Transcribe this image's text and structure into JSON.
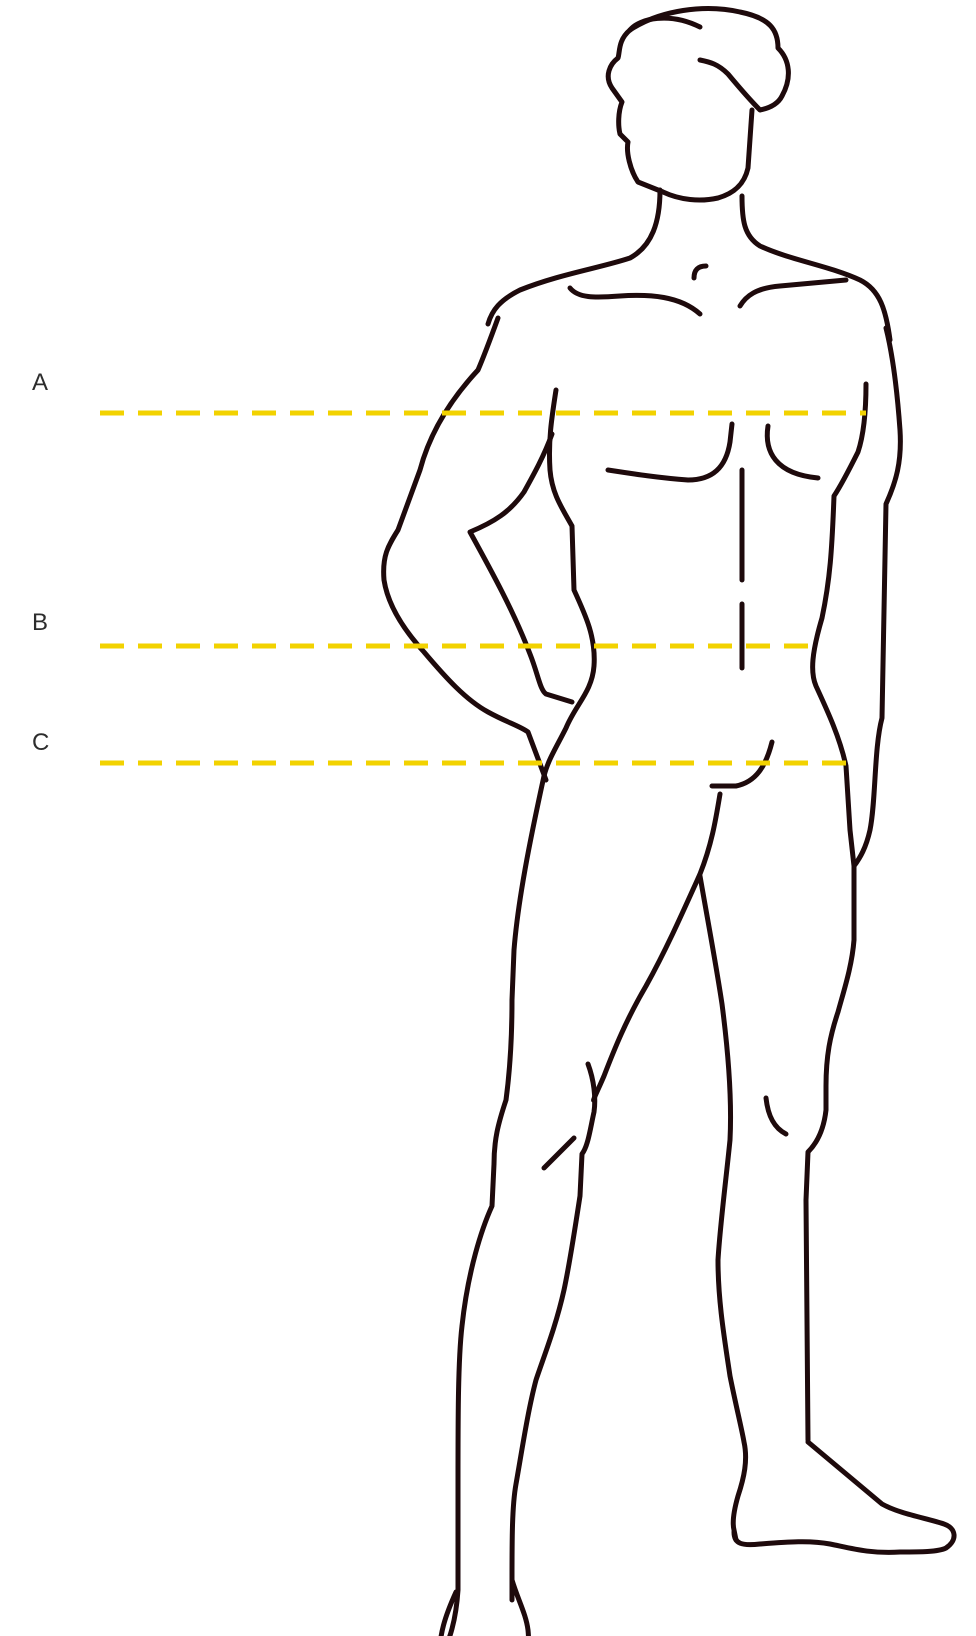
{
  "measurements": [
    {
      "label": "A"
    },
    {
      "label": "B"
    },
    {
      "label": "C"
    }
  ],
  "colors": {
    "outline": "#1e0a0c",
    "measure_line": "#f2d200",
    "label": "#2d2d2d"
  }
}
